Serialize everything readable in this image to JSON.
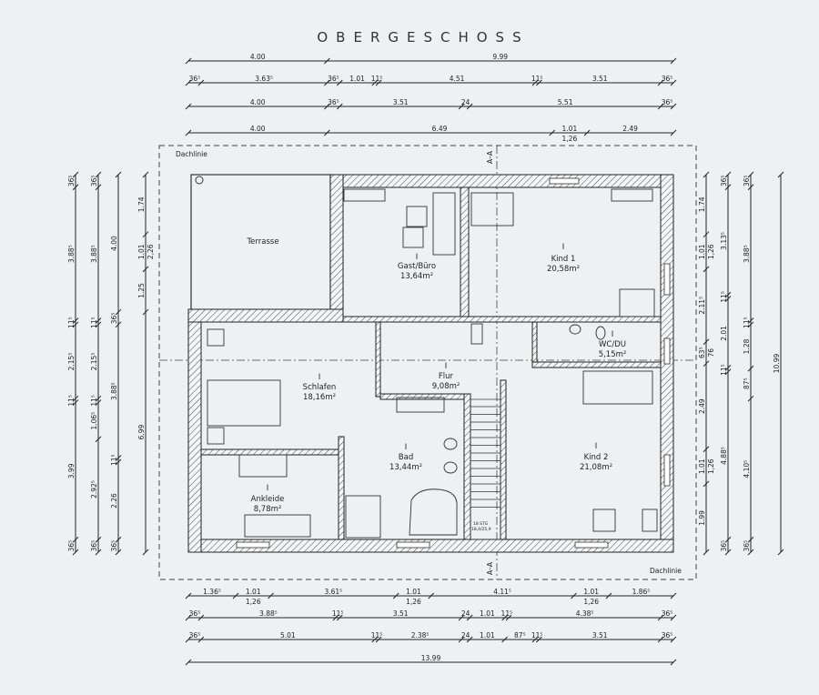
{
  "title": "OBERGESCHOSS",
  "roof_line_labels": [
    "Dachlinie",
    "Dachlinie"
  ],
  "section_marks": [
    "A–A",
    "A–A"
  ],
  "stair_label": [
    "18 STG",
    "18,4/25,9"
  ],
  "rooms": {
    "terrasse": {
      "name": "Terrasse"
    },
    "gast": {
      "level": "I",
      "name": "Gast/Büro",
      "area": "13,64m²"
    },
    "kind1": {
      "level": "I",
      "name": "Kind 1",
      "area": "20,58m²"
    },
    "wc": {
      "level": "I",
      "name": "WC/DU",
      "area": "5,15m²"
    },
    "flur": {
      "level": "I",
      "name": "Flur",
      "area": "9,08m²"
    },
    "schlafen": {
      "level": "I",
      "name": "Schlafen",
      "area": "18,16m²"
    },
    "bad": {
      "level": "I",
      "name": "Bad",
      "area": "13,44m²"
    },
    "kind2": {
      "level": "I",
      "name": "Kind 2",
      "area": "21,08m²"
    },
    "ankleide": {
      "level": "I",
      "name": "Ankleide",
      "area": "8,78m²"
    }
  },
  "dimensions": {
    "top": [
      [
        {
          "len": 4.0,
          "label": "4.00"
        },
        {
          "len": 9.99,
          "label": "9.99"
        }
      ],
      [
        {
          "len": 0.365,
          "label": "36⁵"
        },
        {
          "len": 3.635,
          "label": "3.63⁵"
        },
        {
          "len": 0.365,
          "label": "36⁵"
        },
        {
          "len": 1.01,
          "label": "1.01"
        },
        {
          "len": 0.115,
          "label": "11⁵"
        },
        {
          "len": 4.51,
          "label": "4.51"
        },
        {
          "len": 0.115,
          "label": "11⁵"
        },
        {
          "len": 3.51,
          "label": "3.51"
        },
        {
          "len": 0.365,
          "label": "36⁵"
        }
      ],
      [
        {
          "len": 4.0,
          "label": "4.00"
        },
        {
          "len": 0.365,
          "label": "36⁵"
        },
        {
          "len": 3.51,
          "label": "3.51"
        },
        {
          "len": 0.24,
          "label": "24"
        },
        {
          "len": 5.51,
          "label": "5.51"
        },
        {
          "len": 0.365,
          "label": "36⁵"
        }
      ],
      [
        {
          "len": 4.0,
          "label": "4.00"
        },
        {
          "len": 6.49,
          "label": "6.49"
        },
        {
          "len": 1.01,
          "label": "1.01",
          "sub": "1,26"
        },
        {
          "len": 2.49,
          "label": "2.49"
        }
      ]
    ],
    "bottom": [
      [
        {
          "len": 1.365,
          "label": "1.36⁵"
        },
        {
          "len": 1.01,
          "label": "1.01",
          "sub": "1,26"
        },
        {
          "len": 3.615,
          "label": "3.61⁵"
        },
        {
          "len": 1.01,
          "label": "1.01",
          "sub": "1,26"
        },
        {
          "len": 4.115,
          "label": "4.11⁵"
        },
        {
          "len": 1.01,
          "label": "1.01",
          "sub": "1,26"
        },
        {
          "len": 1.865,
          "label": "1.86⁵"
        }
      ],
      [
        {
          "len": 0.365,
          "label": "36⁵"
        },
        {
          "len": 3.885,
          "label": "3.88⁵"
        },
        {
          "len": 0.115,
          "label": "11⁵"
        },
        {
          "len": 3.51,
          "label": "3.51"
        },
        {
          "len": 0.24,
          "label": "24"
        },
        {
          "len": 1.01,
          "label": "1.01"
        },
        {
          "len": 0.115,
          "label": "11⁵"
        },
        {
          "len": 4.385,
          "label": "4.38⁵"
        },
        {
          "len": 0.365,
          "label": "36⁵"
        }
      ],
      [
        {
          "len": 0.365,
          "label": "36⁵"
        },
        {
          "len": 5.01,
          "label": "5.01"
        },
        {
          "len": 0.115,
          "label": "11⁵"
        },
        {
          "len": 2.385,
          "label": "2.38⁵"
        },
        {
          "len": 0.24,
          "label": "24"
        },
        {
          "len": 1.01,
          "label": "1.01"
        },
        {
          "len": 0.875,
          "label": "87⁵"
        },
        {
          "len": 0.115,
          "label": "11⁵"
        },
        {
          "len": 3.51,
          "label": "3.51"
        },
        {
          "len": 0.365,
          "label": "36⁵"
        }
      ],
      [
        {
          "len": 13.99,
          "label": "13.99"
        }
      ]
    ],
    "left": [
      [
        {
          "len": 0.365,
          "label": "36⁵"
        },
        {
          "len": 3.885,
          "label": "3.88⁵"
        },
        {
          "len": 0.115,
          "label": "11⁵"
        },
        {
          "len": 2.155,
          "label": "2.15⁵"
        },
        {
          "len": 0.115,
          "label": "11⁵"
        },
        {
          "len": 3.99,
          "label": "3.99"
        },
        {
          "len": 0.365,
          "label": "36⁵"
        }
      ],
      [
        {
          "len": 0.365,
          "label": "36⁵"
        },
        {
          "len": 3.885,
          "label": "3.88⁵"
        },
        {
          "len": 0.115,
          "label": "11⁵"
        },
        {
          "len": 2.155,
          "label": "2.15⁵"
        },
        {
          "len": 0.115,
          "label": "11⁵"
        },
        {
          "len": 1.065,
          "label": "1.06⁵"
        },
        {
          "len": 2.925,
          "label": "2.92⁵"
        },
        {
          "len": 0.365,
          "label": "36⁵"
        }
      ],
      [
        {
          "len": 4.0,
          "label": "4.00"
        },
        {
          "len": 0.365,
          "label": "36⁵"
        },
        {
          "len": 3.885,
          "label": "3.88⁵"
        },
        {
          "len": 0.115,
          "label": "11⁵"
        },
        {
          "len": 2.26,
          "label": "2.26"
        },
        {
          "len": 0.365,
          "label": "36⁵"
        }
      ],
      [
        {
          "len": 1.74,
          "label": "1.74"
        },
        {
          "len": 1.01,
          "label": "1.01",
          "sub": "2,26"
        },
        {
          "len": 1.25,
          "label": "1.25"
        },
        {
          "len": 6.99,
          "label": "6.99"
        }
      ]
    ],
    "right": [
      [
        {
          "len": 1.74,
          "label": "1.74"
        },
        {
          "len": 1.01,
          "label": "1.01",
          "sub": "1,26"
        },
        {
          "len": 2.115,
          "label": "2.11⁵"
        },
        {
          "len": 0.635,
          "label": "63⁵",
          "sub": "76"
        },
        {
          "len": 2.49,
          "label": "2.49"
        },
        {
          "len": 1.01,
          "label": "1.01",
          "sub": "1,26"
        },
        {
          "len": 1.99,
          "label": "1.99"
        }
      ],
      [
        {
          "len": 0.365,
          "label": "36⁵"
        },
        {
          "len": 3.135,
          "label": "3.13⁵"
        },
        {
          "len": 0.115,
          "label": "11⁵"
        },
        {
          "len": 2.01,
          "label": "2.01"
        },
        {
          "len": 0.115,
          "label": "11⁵"
        },
        {
          "len": 4.885,
          "label": "4.88⁵"
        },
        {
          "len": 0.365,
          "label": "36⁵"
        }
      ],
      [
        {
          "len": 0.365,
          "label": "36⁵"
        },
        {
          "len": 3.885,
          "label": "3.88⁵"
        },
        {
          "len": 0.115,
          "label": "11⁵"
        },
        {
          "len": 1.28,
          "label": "1.28"
        },
        {
          "len": 0.875,
          "label": "87⁵"
        },
        {
          "len": 4.105,
          "label": "4.10⁵"
        },
        {
          "len": 0.365,
          "label": "36⁵"
        }
      ],
      [
        {
          "len": 10.99,
          "label": "10.99"
        }
      ]
    ]
  }
}
